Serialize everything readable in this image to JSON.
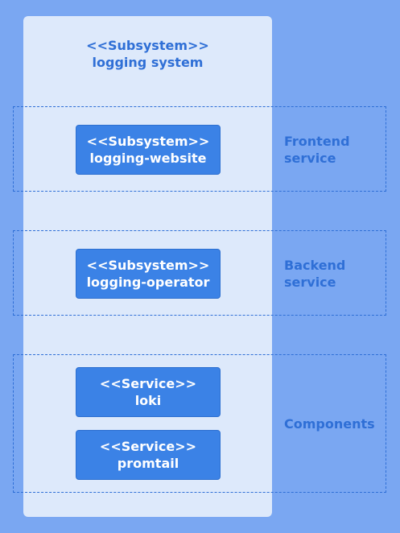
{
  "system": {
    "stereotype": "<<Subsystem>>",
    "name": "logging system"
  },
  "groups": [
    {
      "label_line1": "Frontend",
      "label_line2": "service"
    },
    {
      "label_line1": "Backend",
      "label_line2": "service"
    },
    {
      "label_line1": "Components",
      "label_line2": ""
    }
  ],
  "nodes": [
    {
      "stereotype": "<<Subsystem>>",
      "name": "logging-website"
    },
    {
      "stereotype": "<<Subsystem>>",
      "name": "logging-operator"
    },
    {
      "stereotype": "<<Service>>",
      "name": "loki"
    },
    {
      "stereotype": "<<Service>>",
      "name": "promtail"
    }
  ],
  "colors": {
    "background": "#7aa7f2",
    "panel": "#dde9fb",
    "accent": "#2f6fd6",
    "node_fill": "#3b82e6",
    "node_text": "#ffffff"
  }
}
